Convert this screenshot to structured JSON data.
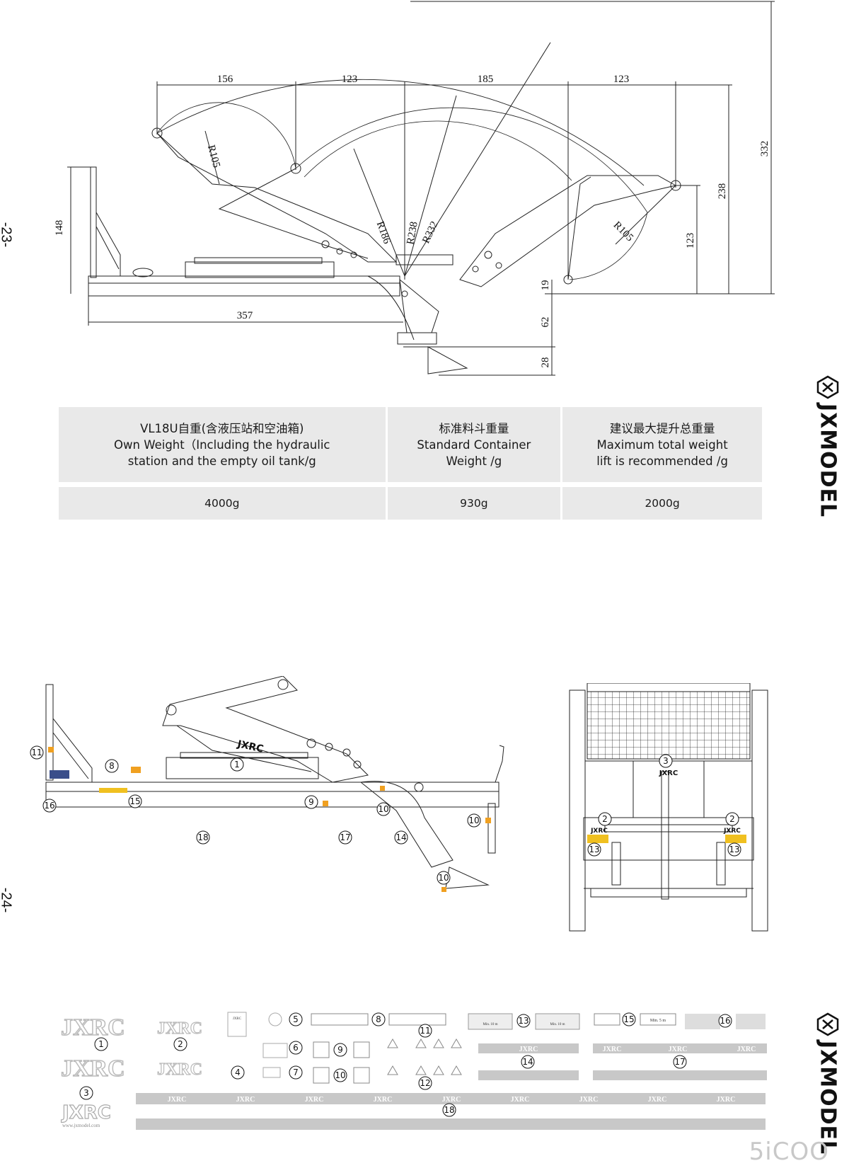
{
  "page_numbers": {
    "top": "-23-",
    "bottom": "-24-"
  },
  "brand": {
    "name": "JXMODEL"
  },
  "dimensions": {
    "top": [
      "156",
      "123",
      "185",
      "123"
    ],
    "width_357": "357",
    "height_148": "148",
    "right": [
      "332",
      "238",
      "123",
      "19",
      "62",
      "28"
    ],
    "radii": [
      "R105",
      "R186",
      "R238",
      "R332",
      "R105"
    ]
  },
  "spec_table": {
    "headers": [
      [
        "VL18U自重(含液压站和空油箱)",
        "Own Weight（Including the hydraulic",
        "station and the empty oil tank/g"
      ],
      [
        "标准料斗重量",
        "Standard Container",
        "Weight /g"
      ],
      [
        "建议最大提升总重量",
        "Maximum total weight",
        "lift is recommended /g"
      ]
    ],
    "values": [
      "4000g",
      "930g",
      "2000g"
    ]
  },
  "side_view": {
    "label": "JXRC",
    "callouts": [
      "1",
      "8",
      "9",
      "10",
      "10",
      "10",
      "11",
      "14",
      "15",
      "16",
      "17",
      "18"
    ]
  },
  "rear_view": {
    "labels": [
      "JXRC",
      "JXRC",
      "JXRC"
    ],
    "callouts": [
      "3",
      "2",
      "2",
      "13",
      "13"
    ]
  },
  "decals": {
    "jxrc": "JXRC",
    "numbers": [
      "1",
      "2",
      "3",
      "4",
      "5",
      "6",
      "7",
      "8",
      "9",
      "10",
      "11",
      "12",
      "13",
      "14",
      "15",
      "16",
      "17",
      "18"
    ],
    "min_label_a": "Min. 10 m",
    "min_label_b": "Min. 5 m",
    "strip_label": "JXRC",
    "small_note": "www.jxmodel.com",
    "doc_title": "JXRC"
  },
  "watermark": "5iCOO"
}
